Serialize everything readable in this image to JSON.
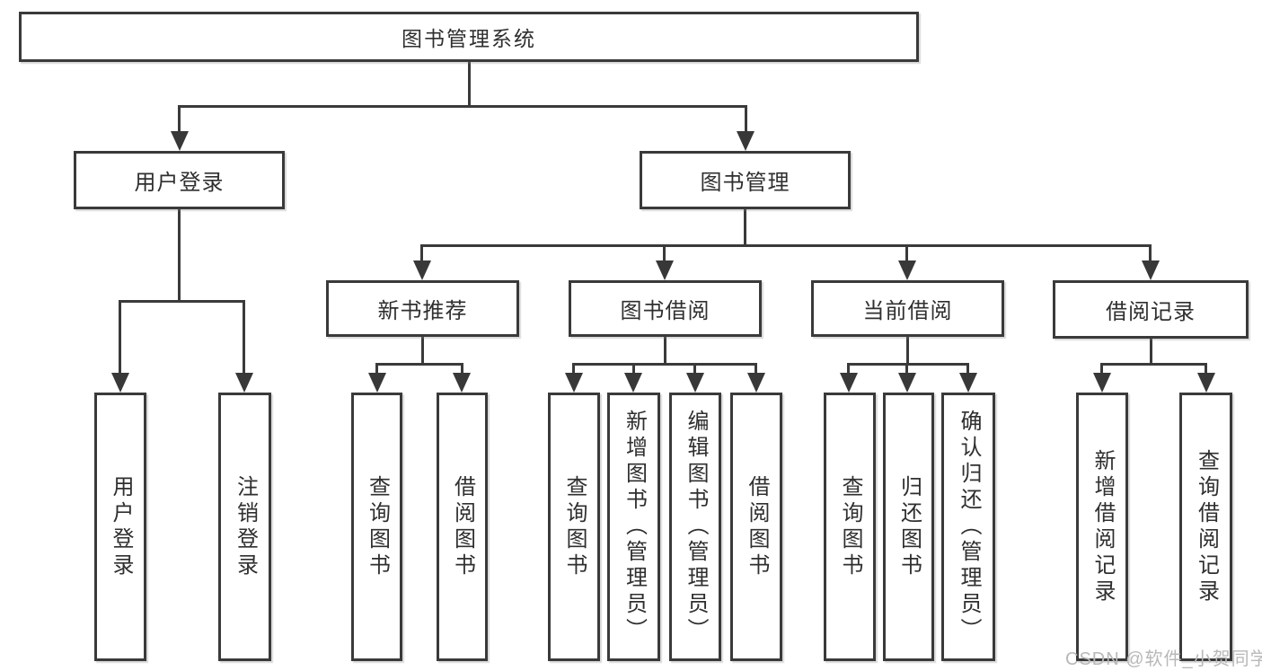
{
  "diagram": {
    "root": {
      "label": "图书管理系统"
    },
    "branches": [
      {
        "label": "用户登录",
        "children": [
          {
            "label": "用户登录"
          },
          {
            "label": "注销登录"
          }
        ]
      },
      {
        "label": "图书管理",
        "children": [
          {
            "label": "新书推荐",
            "children": [
              {
                "label": "查询图书"
              },
              {
                "label": "借阅图书"
              }
            ]
          },
          {
            "label": "图书借阅",
            "children": [
              {
                "label": "查询图书"
              },
              {
                "label": "新增图书（管理员）"
              },
              {
                "label": "编辑图书（管理员）"
              },
              {
                "label": "借阅图书"
              }
            ]
          },
          {
            "label": "当前借阅",
            "children": [
              {
                "label": "查询图书"
              },
              {
                "label": "归还图书"
              },
              {
                "label": "确认归还（管理员）"
              }
            ]
          },
          {
            "label": "借阅记录",
            "children": [
              {
                "label": "新增借阅记录"
              },
              {
                "label": "查询借阅记录"
              }
            ]
          }
        ]
      }
    ]
  },
  "watermark": {
    "text": "CSDN @软件_小贺同学"
  },
  "colors": {
    "line": "#3a3a3a",
    "text": "#2f2f2f",
    "watermark": "#b8b8b8",
    "background": "#ffffff"
  }
}
